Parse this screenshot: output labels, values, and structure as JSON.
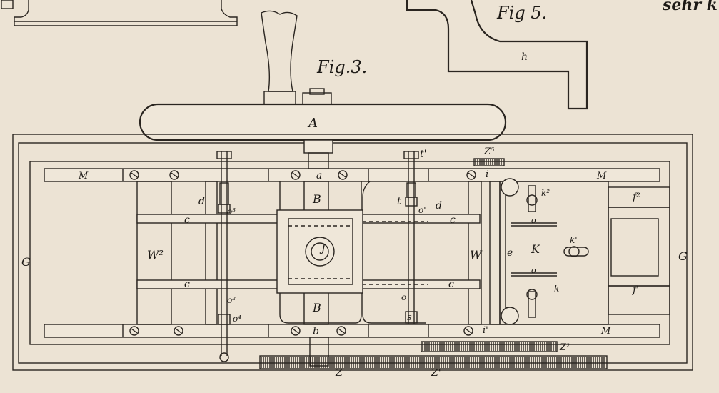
{
  "header_fragment": "sehr k",
  "figures": {
    "fig3_title": "Fig.3.",
    "fig5_title": "Fig 5."
  },
  "labels": {
    "A": "A",
    "B_top": "B",
    "B_bottom": "B",
    "a": "a",
    "b": "b",
    "M_left": "M",
    "M_right_top": "M",
    "M_right_bottom": "M",
    "G_left": "G",
    "G_right": "G",
    "W2": "W²",
    "W": "W",
    "c1": "c",
    "c2": "c",
    "c3": "c",
    "c4": "c",
    "d1": "d",
    "d2": "d",
    "e": "e",
    "K": "K",
    "k": "k",
    "k1": "k'",
    "k2": "k²",
    "f1": "f'",
    "f2": "f²",
    "J": "J",
    "t": "t",
    "t1": "t'",
    "s": "s",
    "o": "o",
    "o1": "o'",
    "o2": "o²",
    "o3": "o³",
    "o4": "o⁴",
    "i": "i",
    "i1": "i'",
    "Z": "Z",
    "Z1": "Z'",
    "Z2": "Z²",
    "Z5": "Z⁵",
    "h": "h",
    "o_top": "o",
    "o_bottom": "o"
  }
}
